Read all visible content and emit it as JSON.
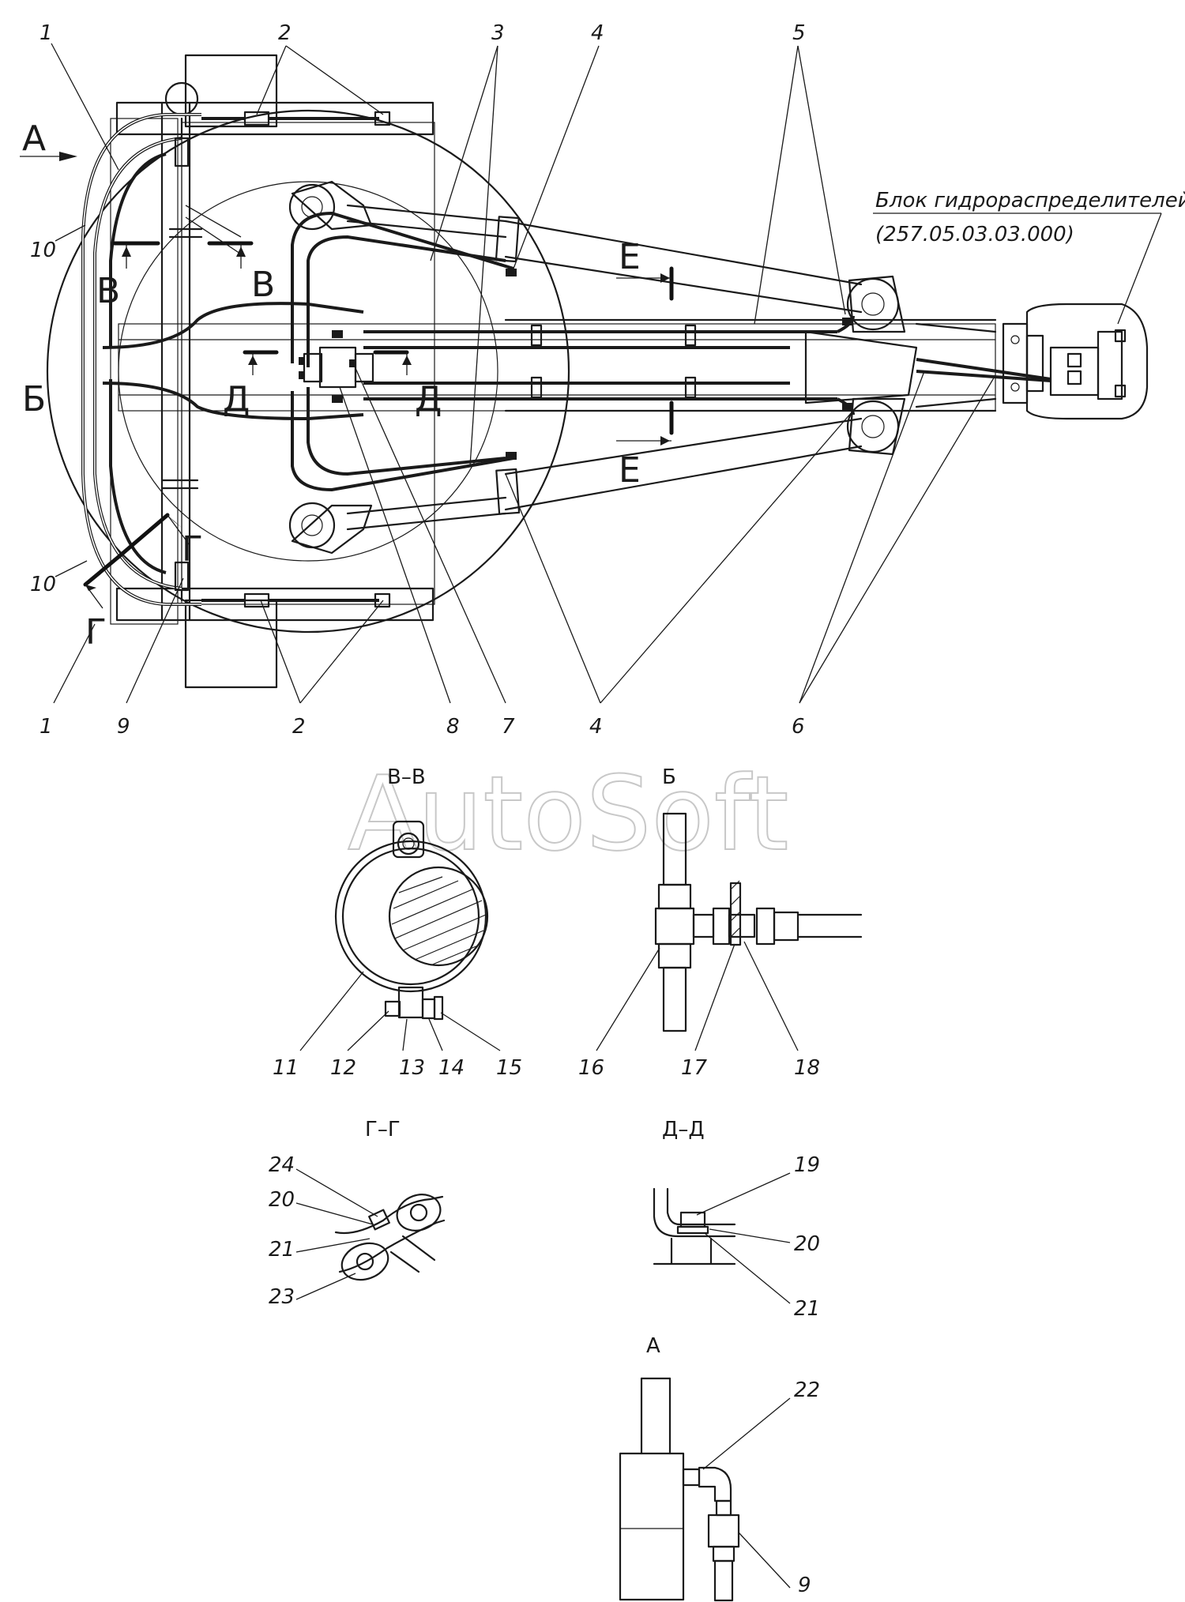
{
  "note": {
    "line1": "Блок гидрораспределителей",
    "line2": "(257.05.03.03.000)"
  },
  "watermark": "AutoSoft",
  "main_view": {
    "section_markers": {
      "a": "А",
      "b": "Б",
      "v1": "В",
      "v2": "В",
      "g": "Г",
      "g_bottom": "Г",
      "d1": "Д",
      "d2": "Д",
      "e1": "Е",
      "e2": "Е"
    },
    "callouts": {
      "n1_top": "1",
      "n2_top": "2",
      "n3": "3",
      "n4_top": "4",
      "n5": "5",
      "n10_top": "10",
      "n10_bottom": "10",
      "n1_bottom": "1",
      "n9": "9",
      "n2_bottom": "2",
      "n8": "8",
      "n7": "7",
      "n4_bottom": "4",
      "n6": "6"
    }
  },
  "details": {
    "vv": {
      "title": "В–В",
      "labels": [
        "11",
        "12",
        "13",
        "14",
        "15"
      ]
    },
    "b": {
      "title": "Б",
      "labels": [
        "16",
        "17",
        "18"
      ]
    },
    "gg": {
      "title": "Г–Г",
      "labels": [
        "24",
        "20",
        "21",
        "23"
      ]
    },
    "dd": {
      "title": "Д–Д",
      "labels": [
        "19",
        "20",
        "21"
      ]
    },
    "a": {
      "title": "А",
      "labels": [
        "22",
        "9"
      ]
    }
  },
  "colors": {
    "ink": "#1a1a1a",
    "paper": "#ffffff",
    "watermark": "#c8c8c8"
  }
}
